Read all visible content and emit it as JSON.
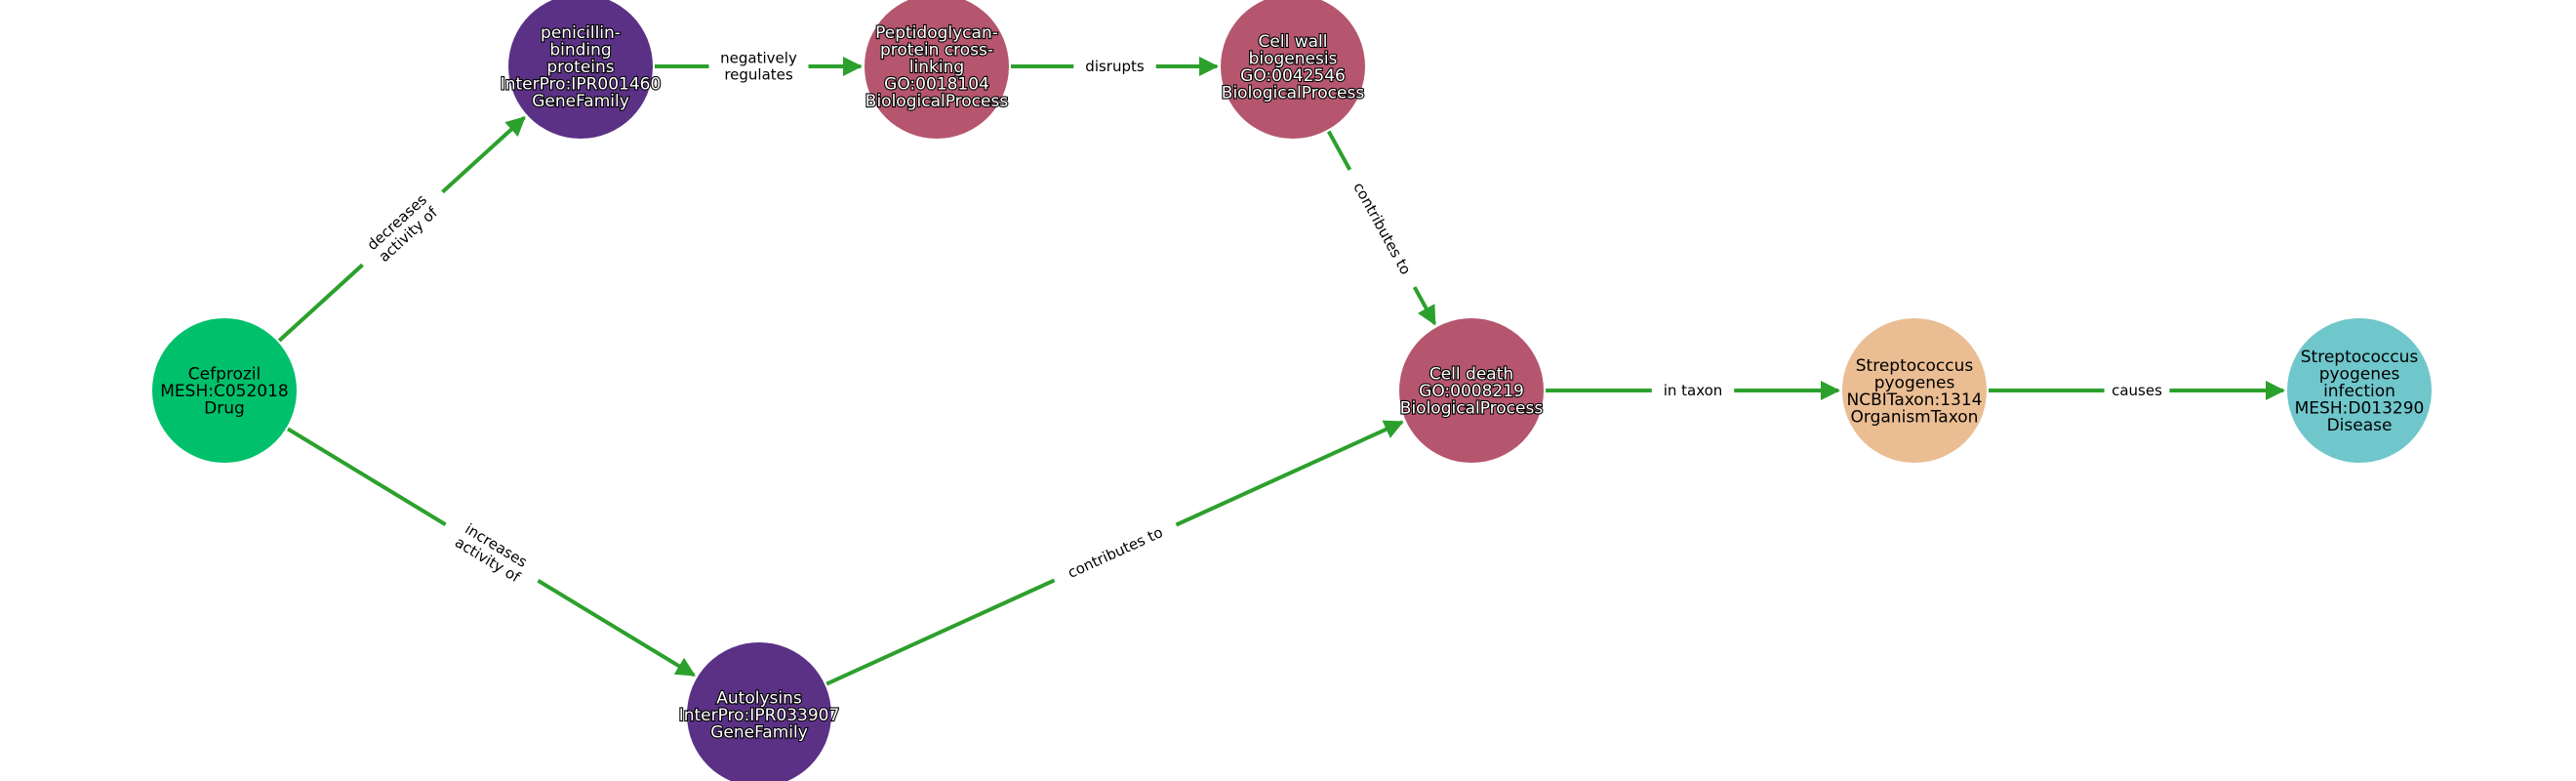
{
  "colors": {
    "edge": "#2ca02c",
    "drug": "#00c06b",
    "gene_family": "#5b3186",
    "biological_process": "#b5566e",
    "organism_taxon": "#eabd93",
    "disease": "#6fc6cb"
  },
  "nodes": [
    {
      "id": "cefprozil",
      "color_key": "drug",
      "text_style": "dark",
      "lines": [
        "Cefprozil",
        "MESH:C052018",
        "Drug"
      ]
    },
    {
      "id": "pbp",
      "color_key": "gene_family",
      "text_style": "light",
      "lines": [
        "penicillin-",
        "binding",
        "proteins",
        "InterPro:IPR001460",
        "GeneFamily"
      ]
    },
    {
      "id": "peptidoglycan",
      "color_key": "biological_process",
      "text_style": "light",
      "lines": [
        "Peptidoglycan-",
        "protein cross-",
        "linking",
        "GO:0018104",
        "BiologicalProcess"
      ]
    },
    {
      "id": "cellwall",
      "color_key": "biological_process",
      "text_style": "light",
      "lines": [
        "Cell wall",
        "biogenesis",
        "GO:0042546",
        "BiologicalProcess"
      ]
    },
    {
      "id": "celldeath",
      "color_key": "biological_process",
      "text_style": "light",
      "lines": [
        "Cell death",
        "GO:0008219",
        "BiologicalProcess"
      ]
    },
    {
      "id": "strep",
      "color_key": "organism_taxon",
      "text_style": "dark",
      "lines": [
        "Streptococcus",
        "pyogenes",
        "NCBITaxon:1314",
        "OrganismTaxon"
      ]
    },
    {
      "id": "infection",
      "color_key": "disease",
      "text_style": "dark",
      "lines": [
        "Streptococcus",
        "pyogenes",
        "infection",
        "MESH:D013290",
        "Disease"
      ]
    },
    {
      "id": "autolysins",
      "color_key": "gene_family",
      "text_style": "light",
      "lines": [
        "Autolysins",
        "InterPro:IPR033907",
        "GeneFamily"
      ]
    }
  ],
  "edges": [
    {
      "source": "cefprozil",
      "target": "pbp",
      "lines": [
        "decreases",
        "activity of"
      ]
    },
    {
      "source": "pbp",
      "target": "peptidoglycan",
      "lines": [
        "negatively",
        "regulates"
      ]
    },
    {
      "source": "peptidoglycan",
      "target": "cellwall",
      "lines": [
        "disrupts"
      ]
    },
    {
      "source": "cellwall",
      "target": "celldeath",
      "lines": [
        "contributes to"
      ]
    },
    {
      "source": "celldeath",
      "target": "strep",
      "lines": [
        "in taxon"
      ]
    },
    {
      "source": "strep",
      "target": "infection",
      "lines": [
        "causes"
      ]
    },
    {
      "source": "cefprozil",
      "target": "autolysins",
      "lines": [
        "increases",
        "activity of"
      ]
    },
    {
      "source": "autolysins",
      "target": "celldeath",
      "lines": [
        "contributes to"
      ]
    }
  ]
}
